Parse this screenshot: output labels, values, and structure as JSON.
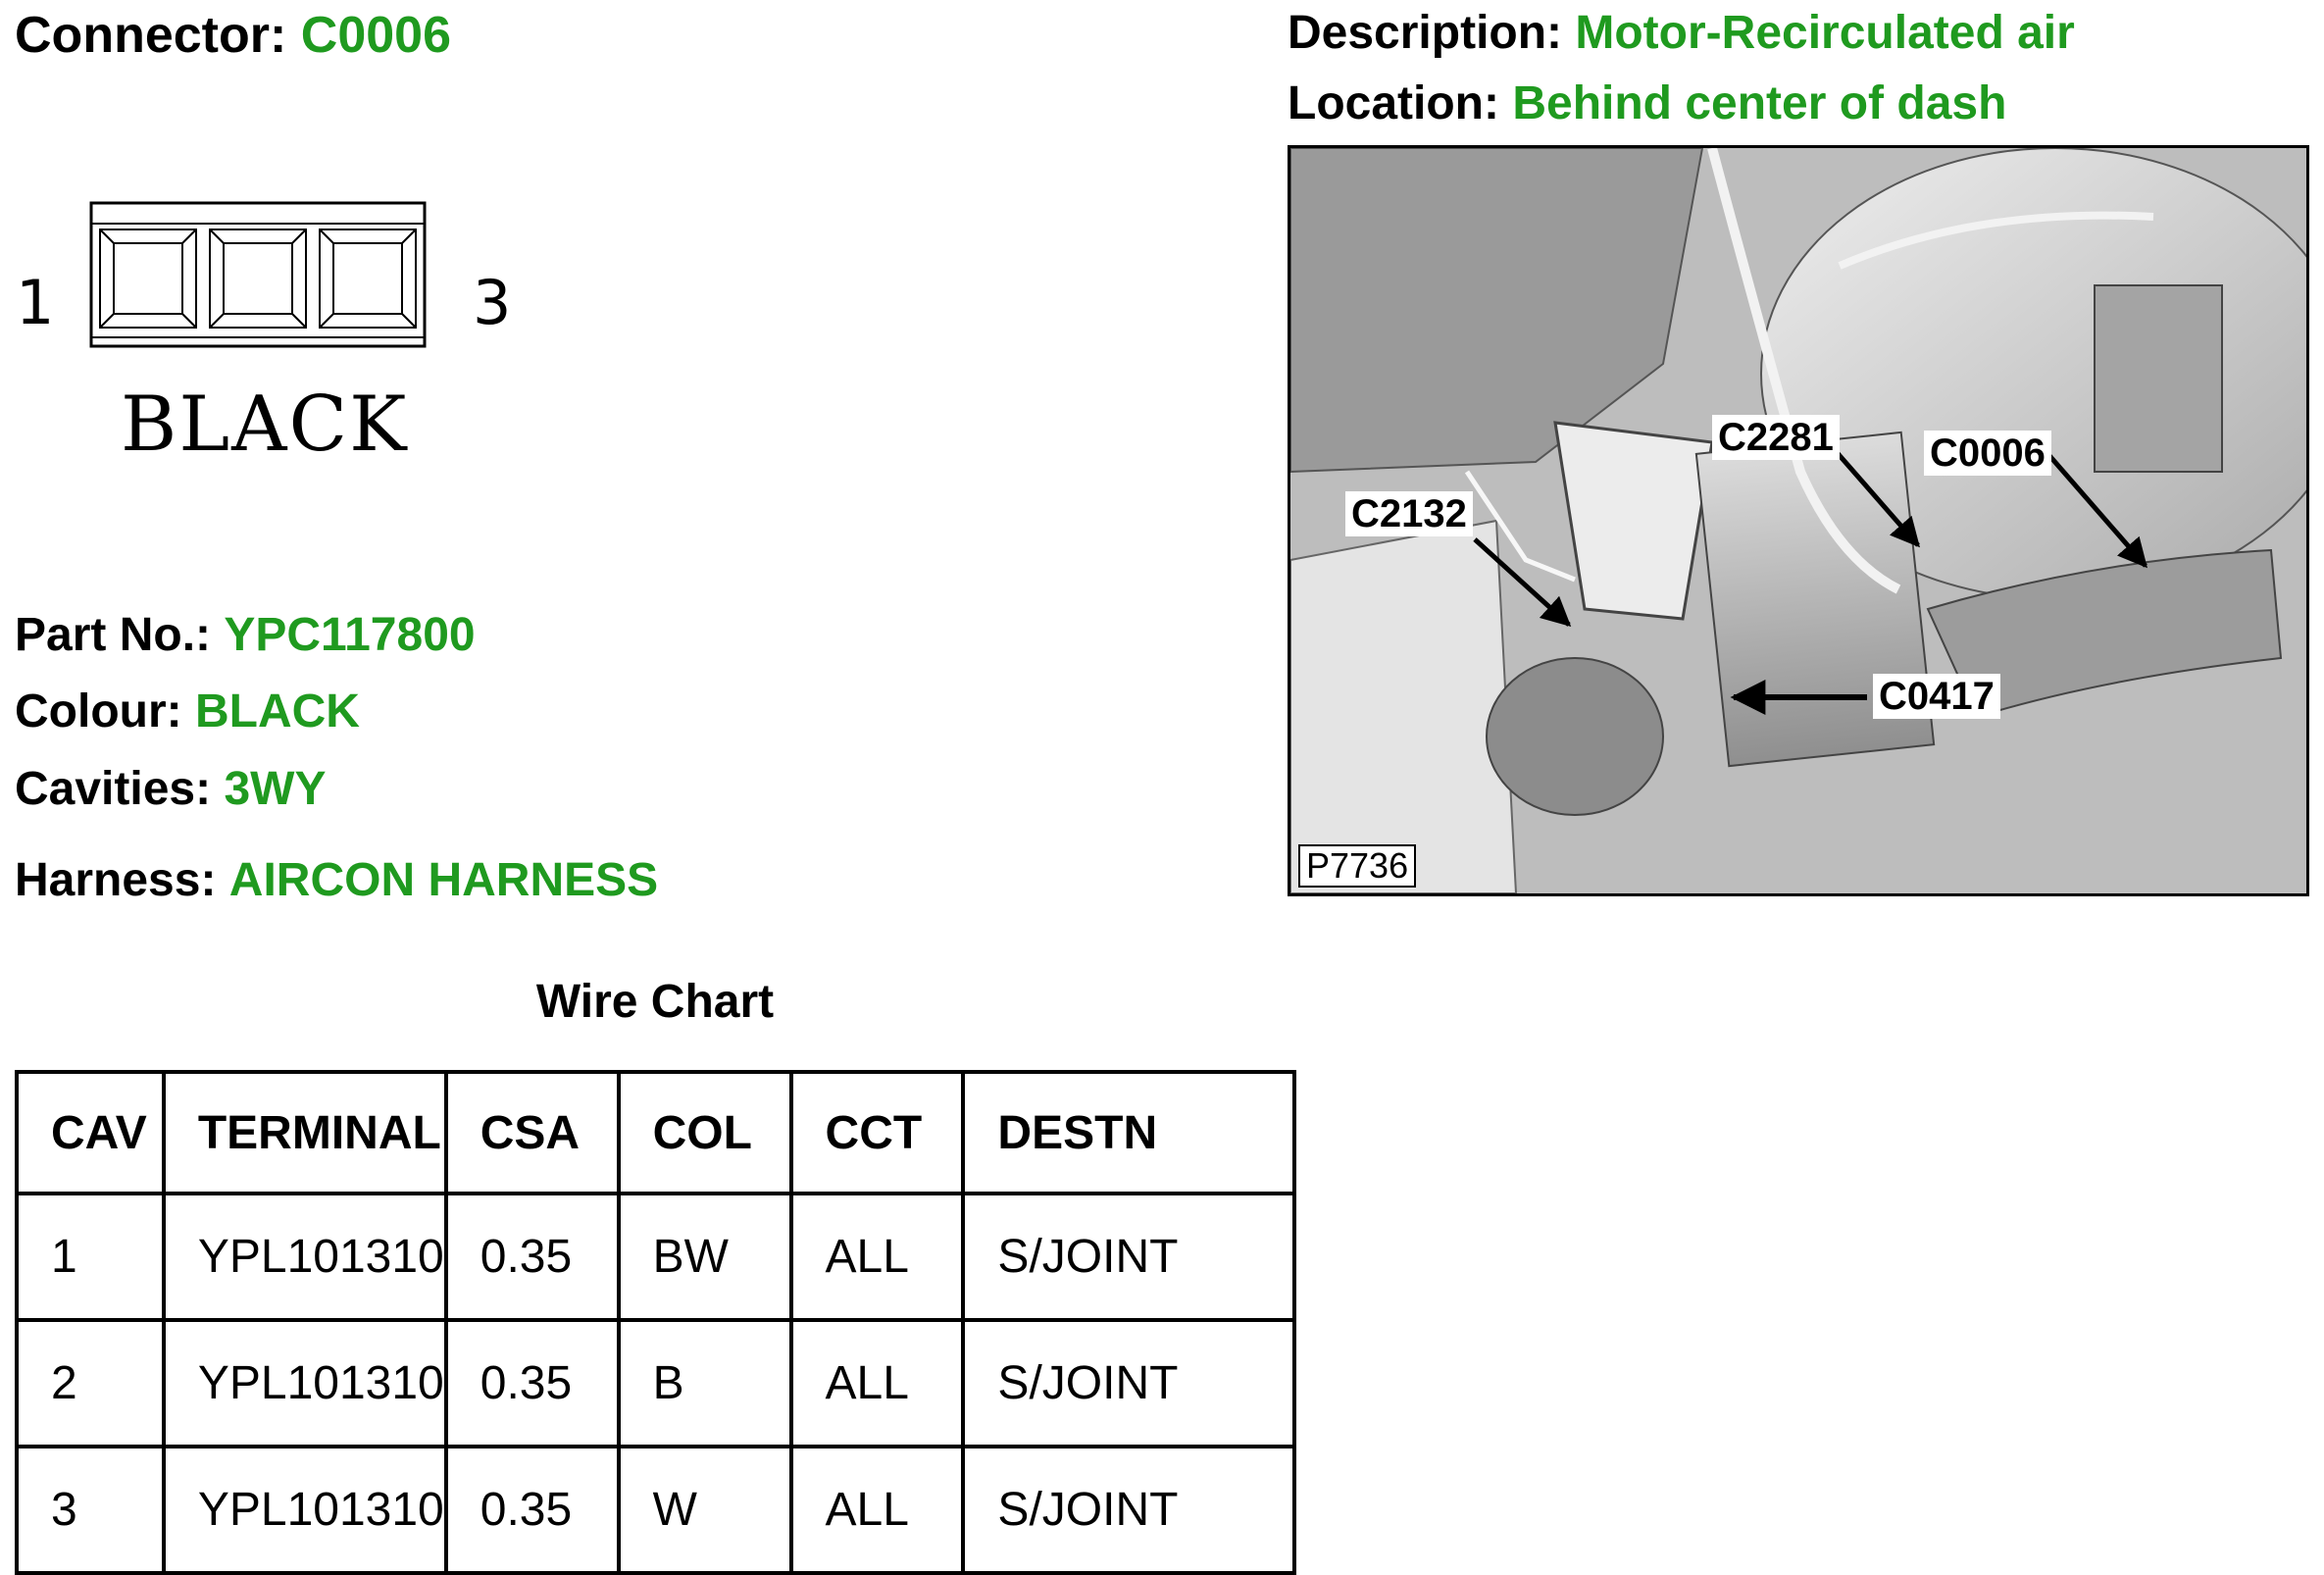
{
  "connector": {
    "label": "Connector:",
    "value": "C0006"
  },
  "description": {
    "label": "Description:",
    "value": "Motor-Recirculated air"
  },
  "location": {
    "label": "Location:",
    "value": "Behind center of dash"
  },
  "part_no": {
    "label": "Part No.:",
    "value": "YPC117800"
  },
  "colour": {
    "label": "Colour:",
    "value": "BLACK"
  },
  "cavities": {
    "label": "Cavities:",
    "value": "3WY"
  },
  "harness": {
    "label": "Harness:",
    "value": "AIRCON HARNESS"
  },
  "connector_diagram": {
    "pin_first": "1",
    "pin_last": "3",
    "color_text": "BLACK"
  },
  "wire_chart": {
    "title": "Wire Chart",
    "headers": [
      "CAV",
      "TERMINAL",
      "CSA",
      "COL",
      "CCT",
      "DESTN"
    ],
    "rows": [
      [
        "1",
        "YPL101310",
        "0.35",
        "BW",
        "ALL",
        "S/JOINT"
      ],
      [
        "2",
        "YPL101310",
        "0.35",
        "B",
        "ALL",
        "S/JOINT"
      ],
      [
        "3",
        "YPL101310",
        "0.35",
        "W",
        "ALL",
        "S/JOINT"
      ]
    ]
  },
  "photo": {
    "figure_ref": "P7736",
    "callouts": {
      "c2132": "C2132",
      "c2281": "C2281",
      "c0006": "C0006",
      "c0417": "C0417"
    }
  },
  "colors": {
    "value_green": "#1f9a1f"
  }
}
